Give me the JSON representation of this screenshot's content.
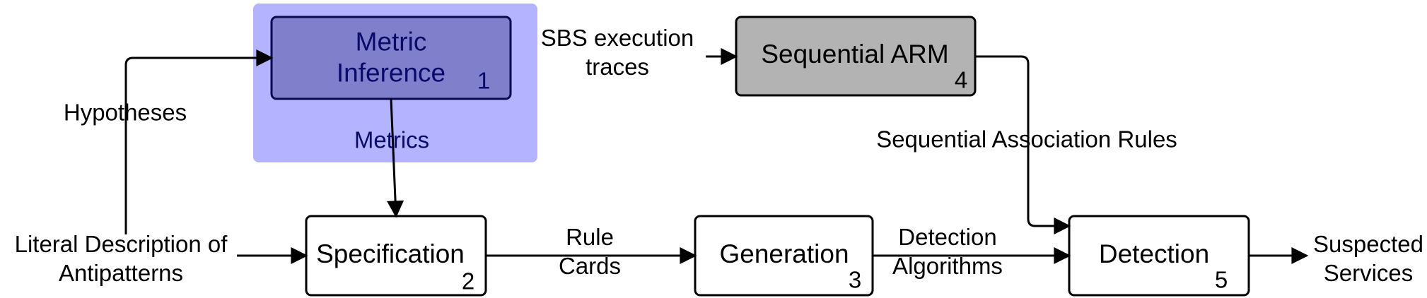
{
  "colors": {
    "highlight_region": "#b3b3ff",
    "metric_box_fill": "#7f7fcc",
    "metric_box_stroke": "#0a0a50",
    "metric_text": "#0a0a6b",
    "arm_box_fill": "#b3b3b3",
    "box_fill": "#ffffff",
    "stroke": "#000000"
  },
  "boxes": {
    "metric_inference": {
      "title_lines": [
        "Metric",
        "Inference"
      ],
      "number": "1"
    },
    "specification": {
      "title": "Specification",
      "number": "2"
    },
    "generation": {
      "title": "Generation",
      "number": "3"
    },
    "sequential_arm": {
      "title": "Sequential ARM",
      "number": "4"
    },
    "detection": {
      "title": "Detection",
      "number": "5"
    }
  },
  "labels": {
    "hypotheses": "Hypotheses",
    "metrics": "Metrics",
    "literal_description": [
      "Literal Description of",
      "Antipatterns"
    ],
    "sbs_traces": [
      "SBS execution",
      "traces"
    ],
    "sequential_rules": "Sequential Association Rules",
    "rule_cards": [
      "Rule",
      "Cards"
    ],
    "detection_algorithms": [
      "Detection",
      "Algorithms"
    ],
    "suspected_services": [
      "Suspected",
      "Services"
    ]
  }
}
